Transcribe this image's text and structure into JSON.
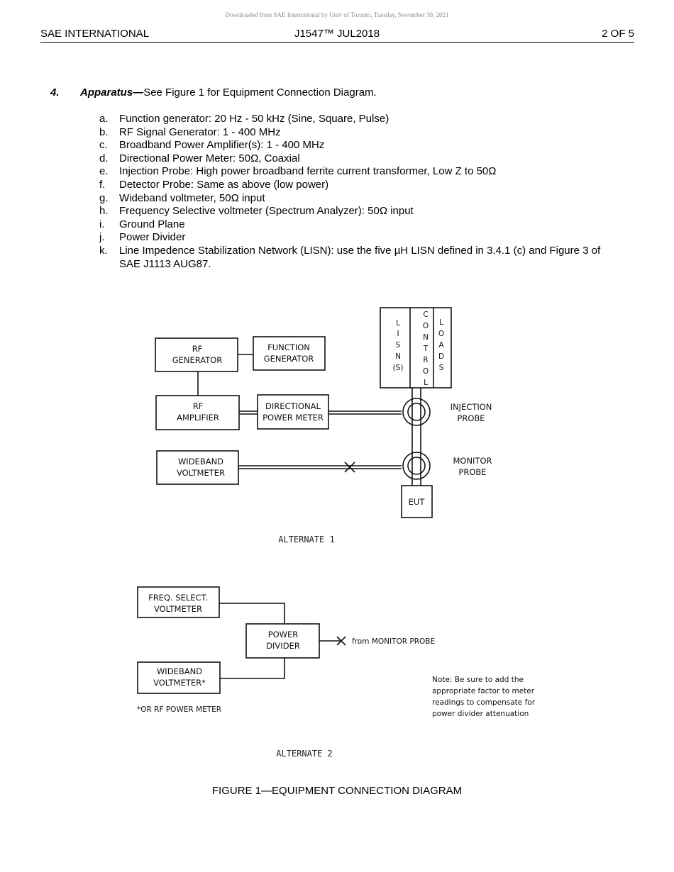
{
  "download_note": "Downloaded from SAE International by Univ of Toronto, Tuesday, November 30, 2021",
  "header": {
    "left": "SAE INTERNATIONAL",
    "center": "J1547™ JUL2018",
    "right": "2 OF 5"
  },
  "section": {
    "number": "4.",
    "title": "Apparatus—",
    "text": "See Figure 1 for Equipment Connection Diagram."
  },
  "items": [
    {
      "marker": "a.",
      "text": "Function generator: 20 Hz - 50 kHz (Sine, Square, Pulse)"
    },
    {
      "marker": "b.",
      "text": "RF Signal Generator: 1 - 400 MHz"
    },
    {
      "marker": "c.",
      "text": "Broadband Power Amplifier(s): 1 - 400 MHz"
    },
    {
      "marker": "d.",
      "text": "Directional Power Meter: 50Ω, Coaxial"
    },
    {
      "marker": "e.",
      "text": "Injection Probe: High power broadband ferrite current transformer, Low Z to 50Ω"
    },
    {
      "marker": "f.",
      "text": "Detector Probe: Same as above (low power)"
    },
    {
      "marker": "g.",
      "text": "Wideband voltmeter, 50Ω input"
    },
    {
      "marker": "h.",
      "text": "Frequency Selective voltmeter (Spectrum Analyzer): 50Ω input"
    },
    {
      "marker": "i.",
      "text": "Ground Plane"
    },
    {
      "marker": "j.",
      "text": "Power Divider"
    },
    {
      "marker": "k.",
      "text": "Line Impedence Stabilization Network (LISN): use the five µH LISN defined in 3.4.1 (c) and Figure 3 of SAE J1113 AUG87."
    }
  ],
  "diagram1": {
    "rf_generator": [
      "RF",
      "GENERATOR"
    ],
    "function_generator": [
      "FUNCTION",
      "GENERATOR"
    ],
    "rf_amplifier": [
      "RF",
      "AMPLIFIER"
    ],
    "directional_power_meter": [
      "DIRECTIONAL",
      "POWER METER"
    ],
    "wideband_voltmeter": [
      "WIDEBAND",
      "VOLTMETER"
    ],
    "lisn": [
      "L",
      "I",
      "S",
      "N",
      "(S)"
    ],
    "control": [
      "C",
      "O",
      "N",
      "T",
      "R",
      "O",
      "L"
    ],
    "loads": [
      "L",
      "O",
      "A",
      "D",
      "S"
    ],
    "injection_probe": [
      "INJECTION",
      "PROBE"
    ],
    "monitor_probe": [
      "MONITOR",
      "PROBE"
    ],
    "eut": "EUT",
    "caption": "ALTERNATE 1"
  },
  "diagram2": {
    "freq_select_voltmeter": [
      "FREQ. SELECT.",
      "VOLTMETER"
    ],
    "power_divider": [
      "POWER",
      "DIVIDER"
    ],
    "wideband_voltmeter": [
      "WIDEBAND",
      "VOLTMETER*"
    ],
    "from_monitor_probe": "from MONITOR PROBE",
    "footnote": "*OR RF POWER METER",
    "note": [
      "Note:  Be sure to add the",
      "appropriate factor to meter",
      "readings to compensate for",
      "power divider attenuation"
    ],
    "caption": "ALTERNATE 2"
  },
  "figure_caption": "FIGURE 1—EQUIPMENT CONNECTION DIAGRAM"
}
